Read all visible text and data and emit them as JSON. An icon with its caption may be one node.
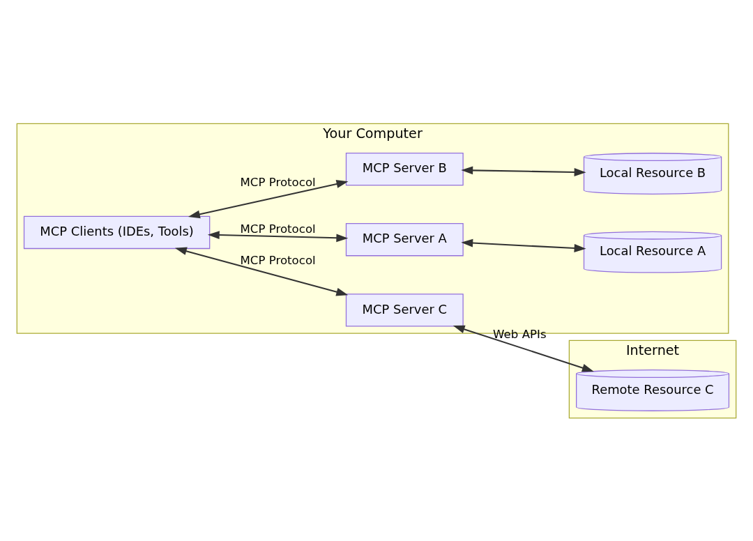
{
  "diagram": {
    "nodes": [
      {
        "text": [
          "Your Computer"
        ]
      },
      {
        "text": [
          "MCP Clients (IDEs, Tools)"
        ],
        "in": 0
      },
      {
        "text": [
          "MCP Server A"
        ],
        "in": 0
      },
      {
        "text": [
          "MCP Server B"
        ],
        "in": 0
      },
      {
        "text": [
          "MCP Server C"
        ],
        "in": 0
      },
      {
        "text": [
          "Local Resource A"
        ],
        "in": 0
      },
      {
        "text": [
          "Local Resource B"
        ],
        "in": 0
      },
      {
        "text": [
          "Internet"
        ]
      },
      {
        "text": [
          "Remote Resource C"
        ],
        "in": 7
      }
    ],
    "edges": [
      {
        "from": 1,
        "to": 2,
        "arrow": "both",
        "label": "MCP Protocol"
      },
      {
        "from": 1,
        "to": 3,
        "arrow": "both",
        "label": "MCP Protocol"
      },
      {
        "from": 1,
        "to": 4,
        "arrow": "both",
        "label": "MCP Protocol"
      },
      {
        "from": 2,
        "to": 5,
        "arrow": "both"
      },
      {
        "from": 3,
        "to": 6,
        "arrow": "both"
      },
      {
        "from": 4,
        "to": 8,
        "arrow": "both",
        "label": "Web APIs"
      }
    ]
  }
}
